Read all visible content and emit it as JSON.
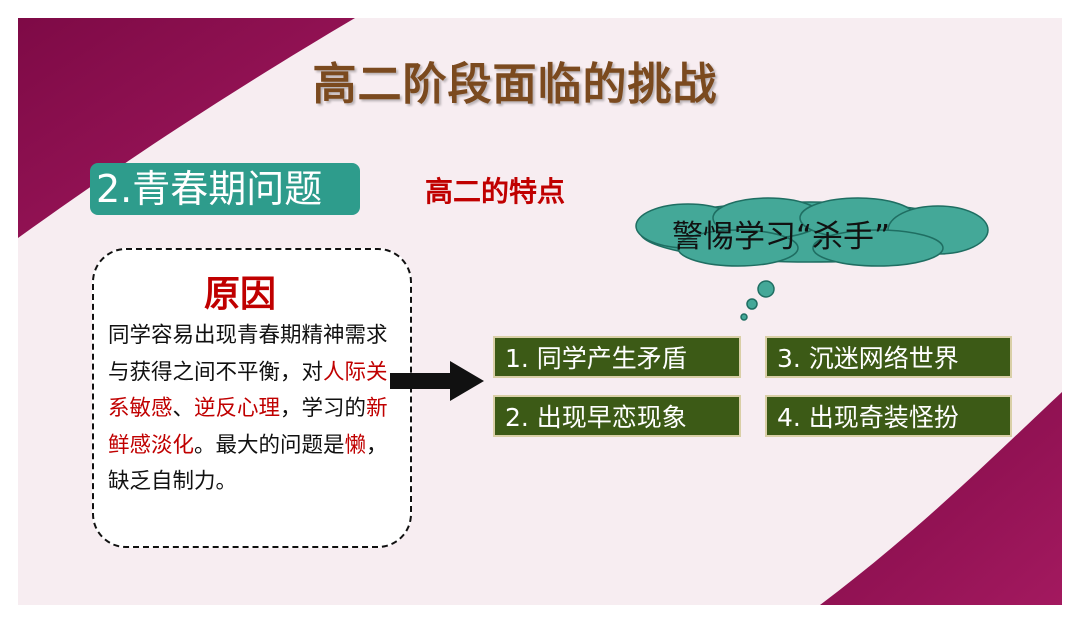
{
  "slide": {
    "title": "高二阶段面临的挑战",
    "section_tag": "2.青春期问题",
    "feature_heading": "高二的特点",
    "reason": {
      "title": "原因",
      "paragraph": [
        "同学容易出现青春期精神需求与获得之间不平衡，对",
        "人际关系敏感",
        "、",
        "逆反心理",
        "，学习的",
        "新鲜感淡化",
        "。最大的问题是",
        "懒",
        "，缺乏自制力。"
      ]
    },
    "cloud_text": "警惕学习“杀手”",
    "items": [
      "1. 同学产生矛盾",
      "3. 沉迷网络世界",
      "2. 出现早恋现象",
      "4. 出现奇装怪扮"
    ]
  },
  "colors": {
    "magenta": "#8c0d4e",
    "pink_bg": "#f7edf1",
    "teal": "#2e9c8c",
    "cloud": "#44a898",
    "olive": "#3c5a16",
    "red": "#c00000",
    "title_brown": "#7b4a1f"
  }
}
